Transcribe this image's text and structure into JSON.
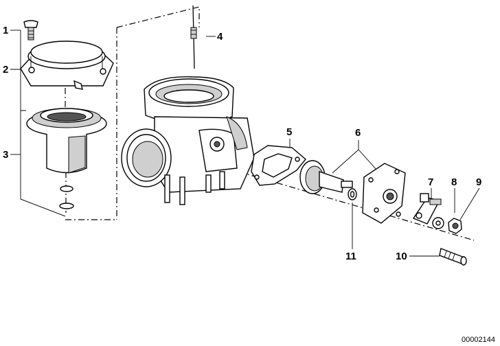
{
  "callouts": [
    "1",
    "2",
    "3",
    "4",
    "5",
    "6",
    "7",
    "8",
    "9",
    "10",
    "11"
  ],
  "diagram_code": "00002144"
}
